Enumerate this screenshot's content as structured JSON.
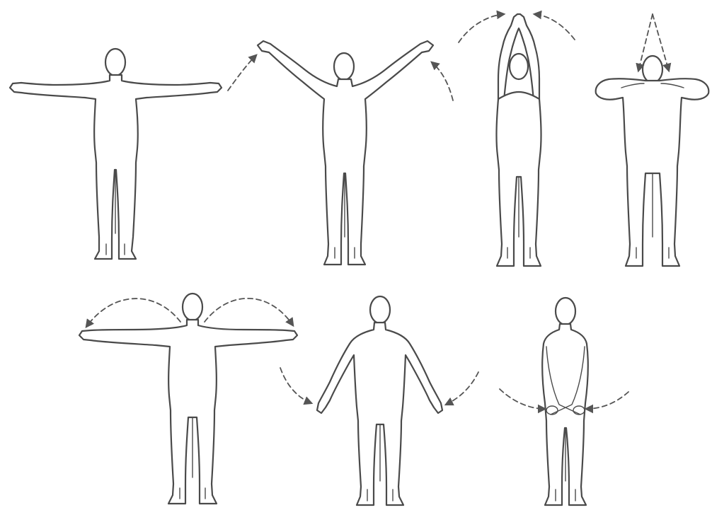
{
  "diagram": {
    "figures": [
      {
        "id": "figure-1",
        "pose": "arms-horizontal",
        "row": 1
      },
      {
        "id": "figure-2",
        "pose": "arms-raised-diagonal",
        "row": 1
      },
      {
        "id": "figure-3",
        "pose": "hands-together-overhead",
        "row": 1
      },
      {
        "id": "figure-4",
        "pose": "hands-behind-head",
        "row": 1
      },
      {
        "id": "figure-5",
        "pose": "arms-horizontal-swing",
        "row": 2
      },
      {
        "id": "figure-6",
        "pose": "arms-lowered",
        "row": 2
      },
      {
        "id": "figure-7",
        "pose": "arms-crossed-low",
        "row": 2
      }
    ],
    "colors": {
      "line": "#4a4a4a",
      "arrow": "#555555",
      "background": "#ffffff"
    },
    "icons": [
      "dashed-motion-arrow"
    ]
  }
}
